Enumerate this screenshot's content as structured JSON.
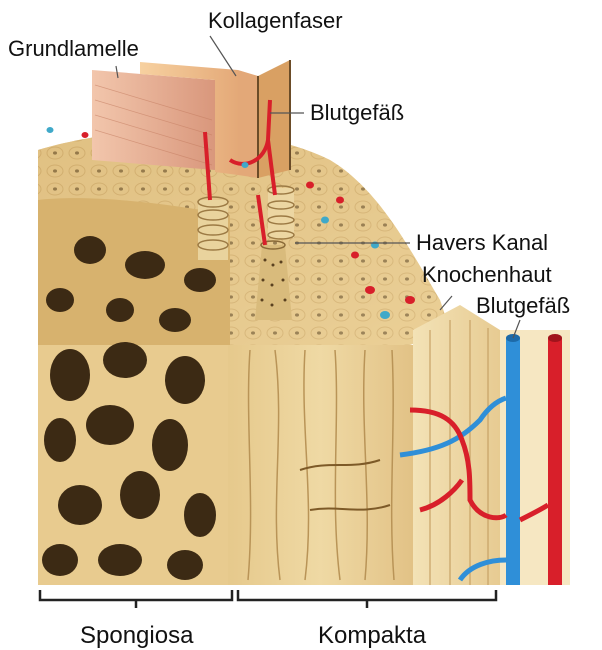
{
  "labels": {
    "grundlamelle": "Grundlamelle",
    "kollagenfaser": "Kollagenfaser",
    "blutgefaess_top": "Blutgefäß",
    "havers_kanal": "Havers Kanal",
    "knochenhaut": "Knochenhaut",
    "blutgefaess_right": "Blutgefäß",
    "spongiosa": "Spongiosa",
    "kompakta": "Kompakta"
  },
  "colors": {
    "bone_light": "#f1dcaa",
    "bone_mid": "#dcbd7c",
    "bone_dark": "#8a6a38",
    "cavity": "#3a2a14",
    "vein": "#2f8fd8",
    "artery": "#d81f2a",
    "lamella": "#e9b69a"
  }
}
